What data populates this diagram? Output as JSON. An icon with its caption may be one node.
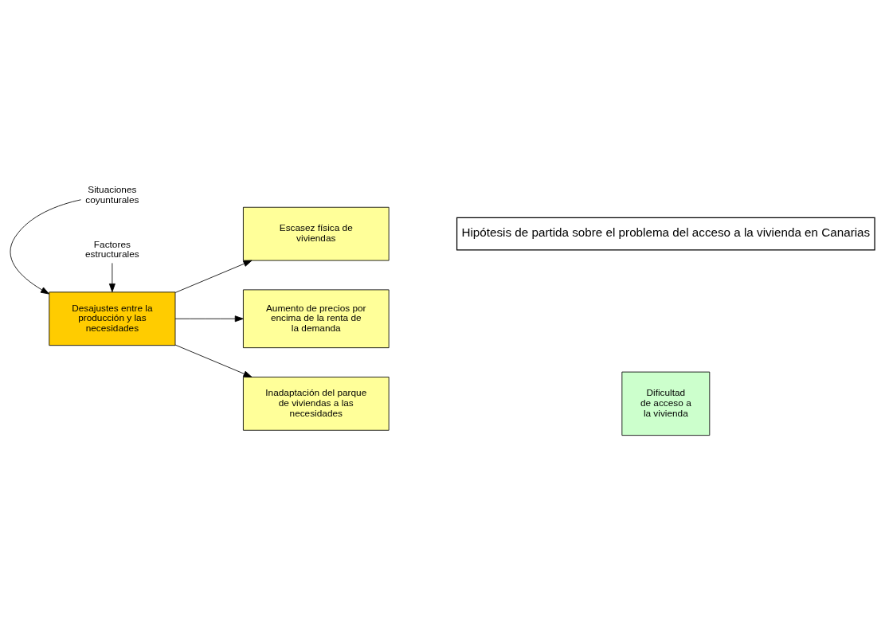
{
  "diagram": {
    "nodes": [
      {
        "text": [
          "Hipótesis de partida sobre el problema del acceso a la vivienda en Canarias"
        ]
      },
      {
        "text": [
          "Situaciones coyunturales"
        ]
      },
      {
        "text": [
          "Factores estructurales"
        ]
      },
      {
        "text": [
          "Desajustes entre la producción y las necesidades"
        ]
      },
      {
        "text": [
          "Escasez física de viviendas"
        ]
      },
      {
        "text": [
          "Aumento de precios por encima de la renta de la demanda"
        ]
      },
      {
        "text": [
          "Inadaptación del parque de viviendas a las necesidades"
        ]
      },
      {
        "text": [
          "Dificultad de acceso a la vivienda"
        ]
      }
    ],
    "edges": [
      {
        "from": 1,
        "to": 3,
        "arrow": "to"
      },
      {
        "from": 2,
        "to": 3,
        "arrow": "to"
      },
      {
        "from": 3,
        "to": 4,
        "arrow": "to"
      },
      {
        "from": 3,
        "to": 5,
        "arrow": "to"
      },
      {
        "from": 3,
        "to": 6,
        "arrow": "to"
      }
    ]
  }
}
